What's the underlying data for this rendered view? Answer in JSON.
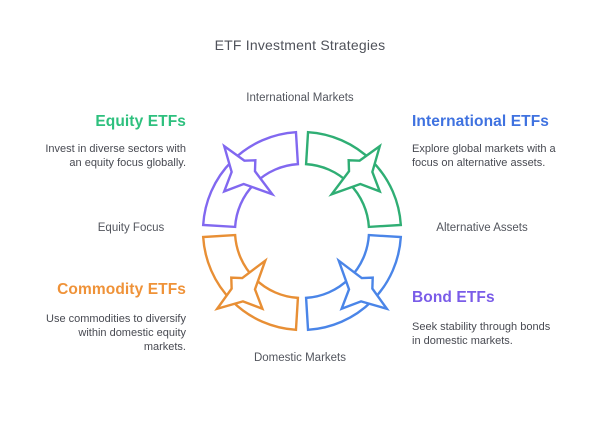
{
  "title": "ETF Investment Strategies",
  "colors": {
    "title_text": "#4f525a",
    "node_label_text": "#53565e",
    "body_text": "#484a52",
    "equity_green": "#2ec07e",
    "international_blue": "#3f72e0",
    "commodity_orange": "#ef9238",
    "bond_purple": "#7a5ce8"
  },
  "diagram": {
    "name": "etf-strategy-cycle",
    "center_labels": {
      "top": "International Markets",
      "left": "Equity Focus",
      "right": "Alternative Assets",
      "bottom": "Domestic Markets"
    },
    "geometry": {
      "size": 230,
      "outer_radius": 99,
      "inner_radius": 67,
      "gap_degrees": 3.5,
      "stroke_width": 2.4
    },
    "segments": [
      {
        "name": "top-left-arrow",
        "color": "#8168f0",
        "start_angle": 0,
        "end_angle": -90
      },
      {
        "name": "top-right-arrow",
        "color": "#2fae74",
        "start_angle": 0,
        "end_angle": 90
      },
      {
        "name": "bottom-right-arrow",
        "color": "#4a85e8",
        "start_angle": 90,
        "end_angle": 180
      },
      {
        "name": "bottom-left-arrow",
        "color": "#e88f35",
        "start_angle": 270,
        "end_angle": 180
      }
    ]
  },
  "quadrants": [
    {
      "id": "equity",
      "title": "Equity ETFs",
      "color": "#2ec07e",
      "description": "Invest in diverse sectors with an equity focus globally.",
      "desc_lines": [
        "Invest in diverse sectors with",
        "an equity focus globally."
      ]
    },
    {
      "id": "international",
      "title": "International ETFs",
      "color": "#3f72e0",
      "description": "Explore global markets with a focus on alternative assets.",
      "desc_lines": [
        "Explore global markets with a",
        "focus on alternative assets."
      ]
    },
    {
      "id": "commodity",
      "title": "Commodity ETFs",
      "color": "#ef9238",
      "description": "Use commodities to diversify within domestic equity markets.",
      "desc_lines": [
        "Use commodities to diversify",
        "within domestic equity",
        "markets."
      ]
    },
    {
      "id": "bond",
      "title": "Bond ETFs",
      "color": "#7a5ce8",
      "description": "Seek stability through bonds in domestic markets.",
      "desc_lines": [
        "Seek stability through bonds",
        "in domestic markets."
      ]
    }
  ]
}
